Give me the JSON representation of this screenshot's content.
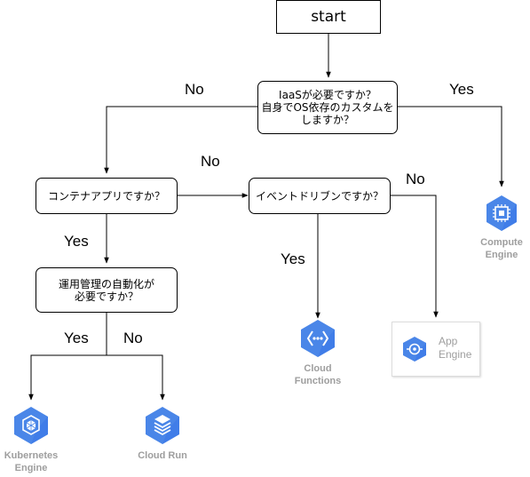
{
  "nodes": {
    "start": "start",
    "iaas_question": "IaaSが必要ですか？\n自身でOS依存のカスタムを\nしますか？",
    "container_question": "コンテナアプリですか？",
    "event_question": "イベントドリブンですか？",
    "ops_question": "運用管理の自動化が\n必要ですか？"
  },
  "edge_labels": {
    "iaas_no": "No",
    "iaas_yes": "Yes",
    "container_no": "No",
    "container_yes": "Yes",
    "event_no": "No",
    "event_yes": "Yes",
    "ops_yes": "Yes",
    "ops_no": "No"
  },
  "services": {
    "compute_engine": {
      "label": "Compute\nEngine",
      "icon": "compute-engine-icon"
    },
    "cloud_functions": {
      "label": "Cloud\nFunctions",
      "icon": "cloud-functions-icon"
    },
    "app_engine": {
      "label": "App\nEngine",
      "icon": "app-engine-icon"
    },
    "kubernetes_engine": {
      "label": "Kubernetes\nEngine",
      "icon": "kubernetes-engine-icon"
    },
    "cloud_run": {
      "label": "Cloud Run",
      "icon": "cloud-run-icon"
    }
  },
  "colors": {
    "icon_fill": "#4a86e8",
    "icon_fill_dark": "#3b78e7",
    "service_label": "#9e9e9e",
    "line": "#000000"
  }
}
